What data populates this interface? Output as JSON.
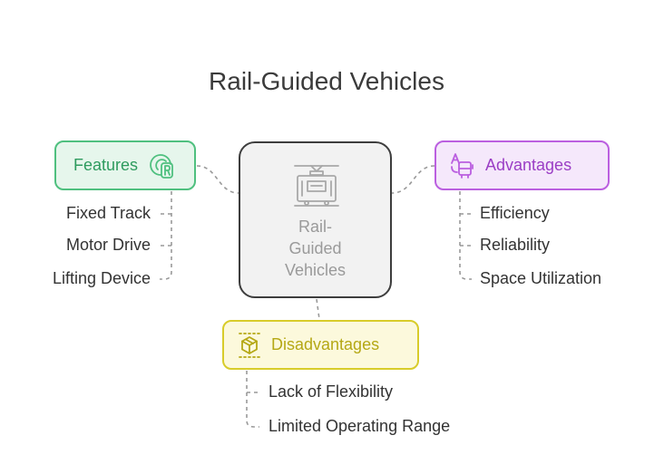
{
  "title": "Rail-Guided Vehicles",
  "center": {
    "label": "Rail-\nGuided\nVehicles",
    "icon": "tram-icon"
  },
  "features": {
    "label": "Features",
    "icon": "registered-icon",
    "color": "#4fc07f",
    "items": [
      "Fixed Track",
      "Motor Drive",
      "Lifting Device"
    ]
  },
  "advantages": {
    "label": "Advantages",
    "icon": "translate-icon",
    "color": "#bb5fe0",
    "items": [
      "Efficiency",
      "Reliability",
      "Space Utilization"
    ]
  },
  "disadvantages": {
    "label": "Disadvantages",
    "icon": "cube-icon",
    "color": "#d8cc2a",
    "items": [
      "Lack of Flexibility",
      "Limited Operating Range"
    ]
  }
}
